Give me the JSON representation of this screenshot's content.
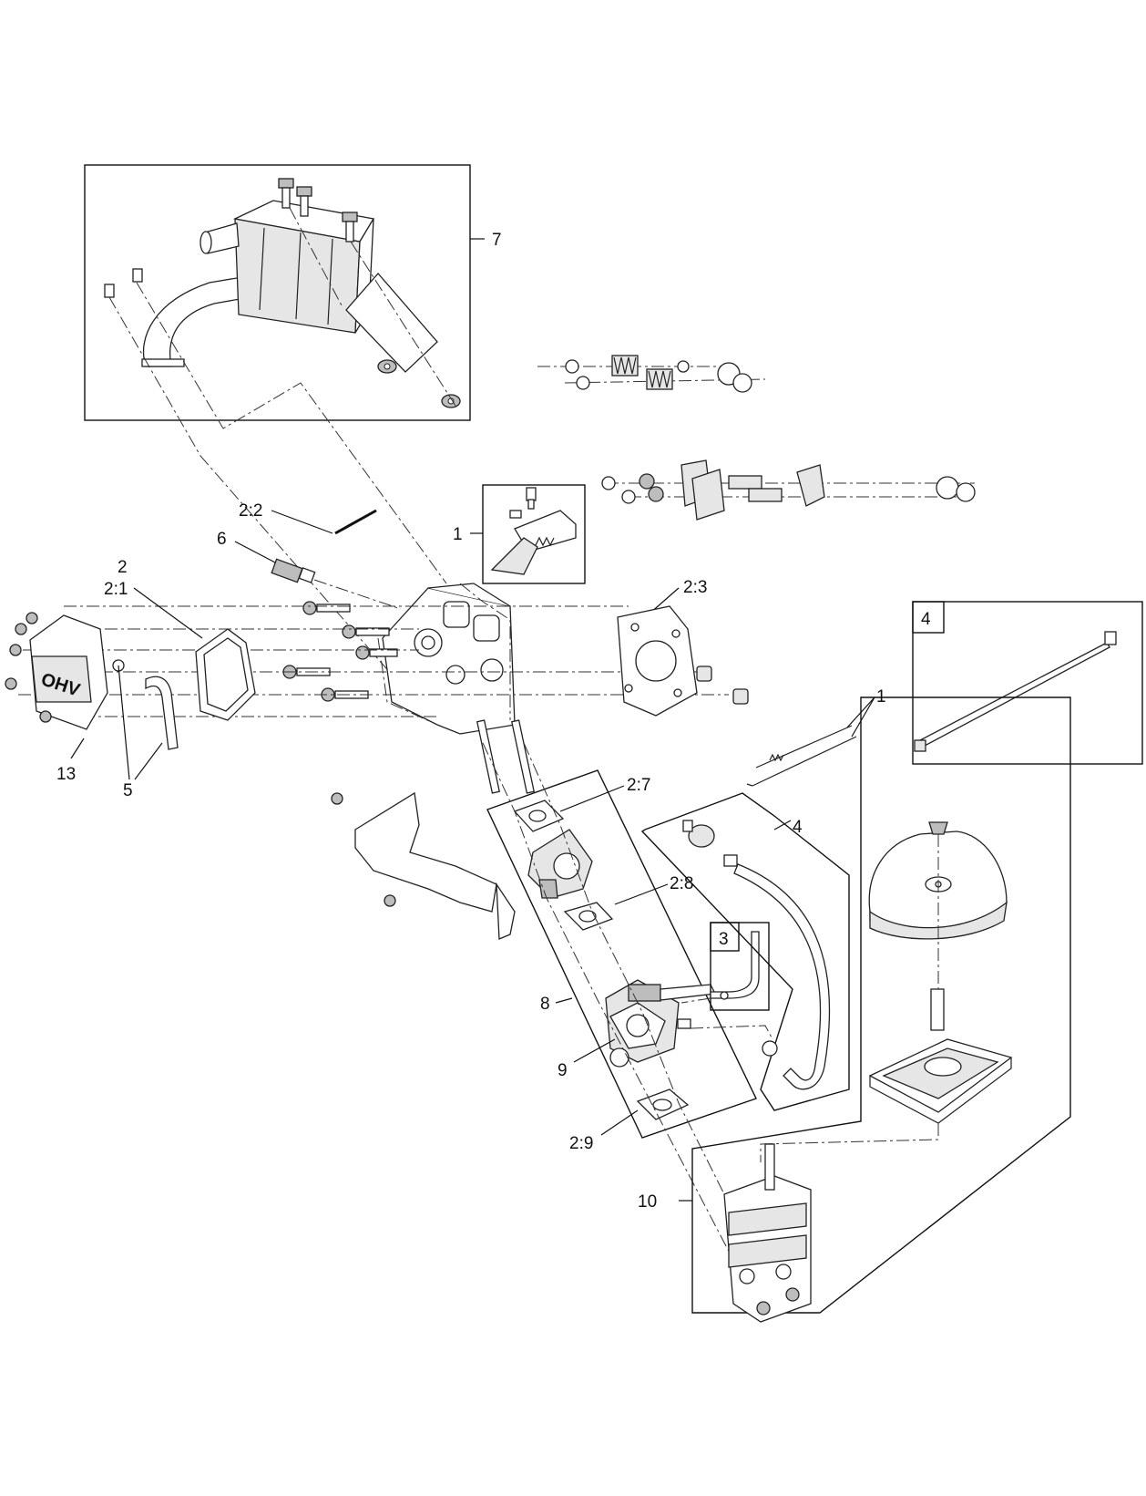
{
  "callouts": {
    "c7": "7",
    "c1a": "1",
    "c22": "2:2",
    "c6": "6",
    "c2": "2",
    "c21": "2:1",
    "c23": "2:3",
    "c4box": "4",
    "c1b": "1",
    "c13": "13",
    "c5": "5",
    "c27": "2:7",
    "c4": "4",
    "c28": "2:8",
    "c3box": "3",
    "c8": "8",
    "c9": "9",
    "c29": "2:9",
    "c10": "10"
  },
  "cover_text": "OHV",
  "icons": [
    "muffler",
    "bolt",
    "nut",
    "gasket",
    "cylinder-head",
    "valve-cover",
    "throttle-lever",
    "cable-tie",
    "fuel-line",
    "air-filter",
    "carburetor",
    "heat-shield",
    "spring",
    "spark-plug"
  ]
}
